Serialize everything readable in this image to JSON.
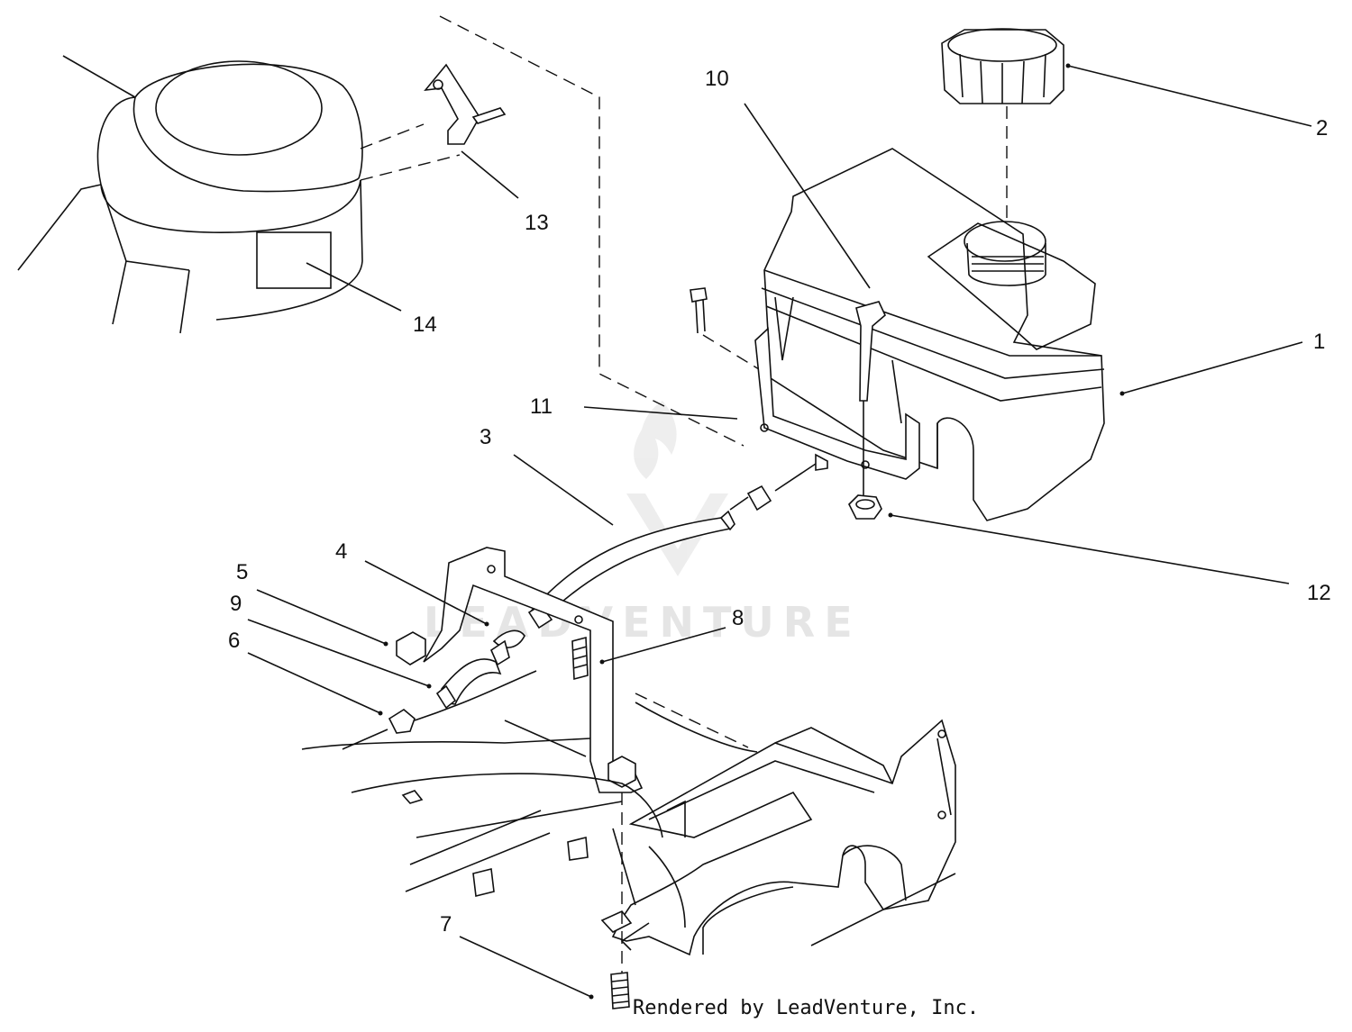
{
  "diagram": {
    "callouts": [
      {
        "id": "1",
        "label": "1"
      },
      {
        "id": "2",
        "label": "2"
      },
      {
        "id": "3",
        "label": "3"
      },
      {
        "id": "4",
        "label": "4"
      },
      {
        "id": "5",
        "label": "5"
      },
      {
        "id": "6",
        "label": "6"
      },
      {
        "id": "7",
        "label": "7"
      },
      {
        "id": "8",
        "label": "8"
      },
      {
        "id": "9",
        "label": "9"
      },
      {
        "id": "10",
        "label": "10"
      },
      {
        "id": "11",
        "label": "11"
      },
      {
        "id": "12",
        "label": "12"
      },
      {
        "id": "13",
        "label": "13"
      },
      {
        "id": "14",
        "label": "14"
      }
    ],
    "watermark": "LEADVENTURE",
    "credit": "Rendered by LeadVenture, Inc."
  }
}
